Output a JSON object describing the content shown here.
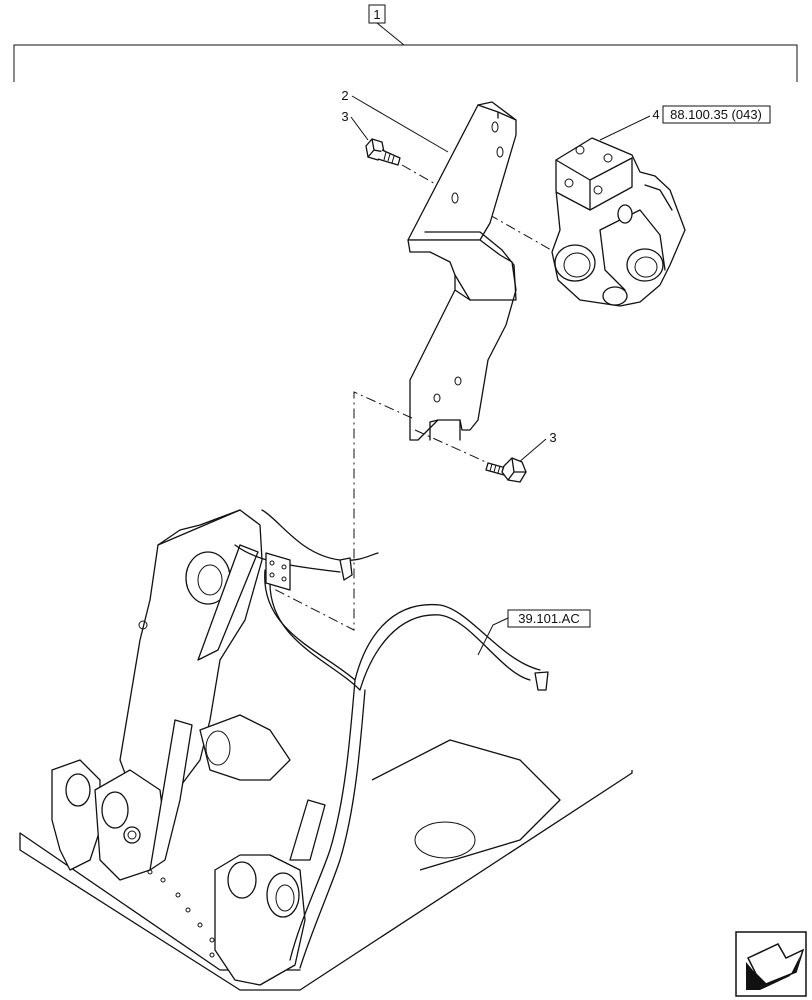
{
  "callouts": {
    "assembly": "1",
    "bracket": "2",
    "bolt_upper": "3",
    "bolt_lower": "3",
    "valve": "4",
    "valve_ref": "88.100.35 (043)",
    "harness_ref": "39.101.AC"
  },
  "icons": {
    "nav": "next-page-arrow-icon"
  }
}
